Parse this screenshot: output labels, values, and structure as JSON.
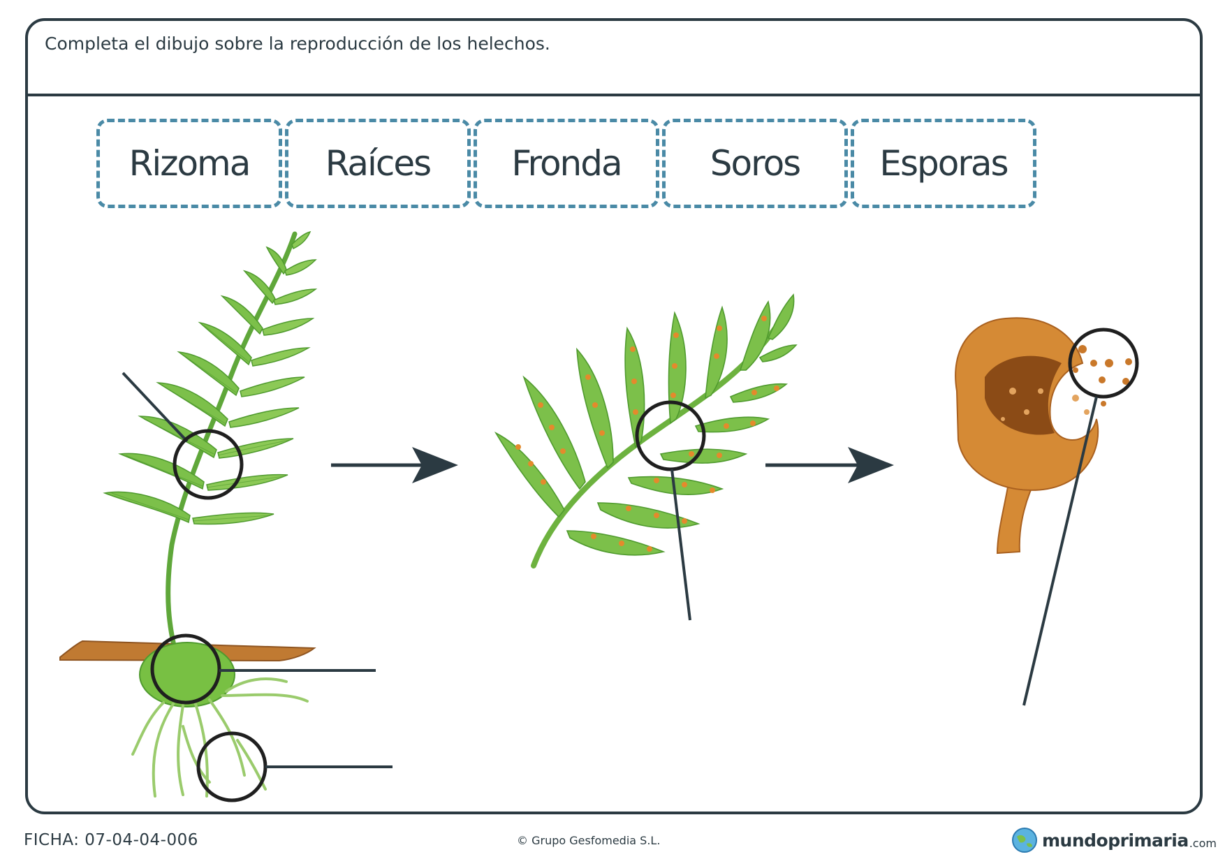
{
  "instruction": "Completa el dibujo sobre la reproducción de los helechos.",
  "word_bank": [
    "Rizoma",
    "Raíces",
    "Fronda",
    "Soros",
    "Esporas"
  ],
  "footer": {
    "code": "FICHA: 07-04-04-006",
    "copyright": "© Grupo Gesfomedia S.L.",
    "brand_name": "mundoprimaria",
    "brand_tld": ".com"
  },
  "colors": {
    "ink": "#2b3a42",
    "dashed_border": "#4a8aa6",
    "leaf_green": "#7cc04a",
    "soil_brown": "#c07a32",
    "sporangium_orange": "#d58a35"
  },
  "icons": [
    "fern-plant-illustration",
    "fern-frond-with-sori-illustration",
    "sporangium-illustration",
    "arrow-right-icon",
    "globe-logo-icon"
  ]
}
